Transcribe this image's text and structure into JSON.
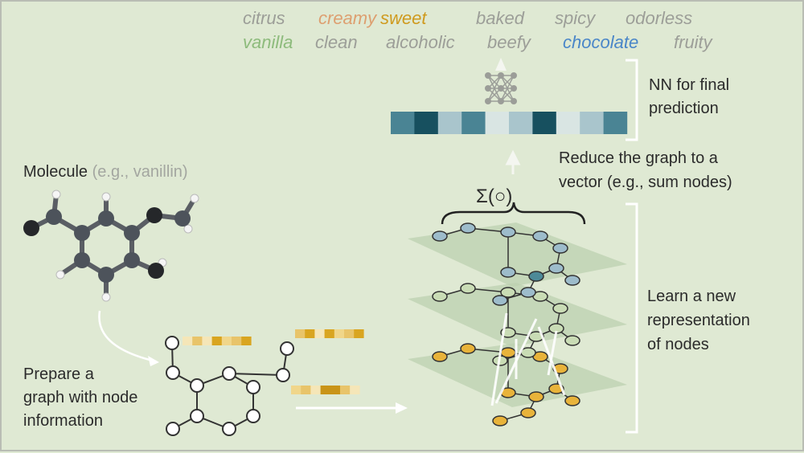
{
  "flavors": {
    "row1": [
      {
        "label": "citrus",
        "color": "#9c9e98"
      },
      {
        "label": "creamy",
        "color": "#dd9f70"
      },
      {
        "label": "sweet",
        "color": "#cf9a1e"
      },
      {
        "label": "baked",
        "color": "#9c9e98"
      },
      {
        "label": "spicy",
        "color": "#9c9e98"
      },
      {
        "label": "odorless",
        "color": "#9c9e98"
      }
    ],
    "row2": [
      {
        "label": "vanilla",
        "color": "#8dbb7c"
      },
      {
        "label": "clean",
        "color": "#9c9e98"
      },
      {
        "label": "alcoholic",
        "color": "#9c9e98"
      },
      {
        "label": "beefy",
        "color": "#9c9e98"
      },
      {
        "label": "chocolate",
        "color": "#4a86c8"
      },
      {
        "label": "fruity",
        "color": "#9c9e98"
      }
    ]
  },
  "nn_label": [
    "NN for final",
    "prediction"
  ],
  "reduce_label": [
    "Reduce the graph to a",
    "vector (e.g., sum nodes)"
  ],
  "sum_symbol": "Σ(○)",
  "learn_label": [
    "Learn a new",
    "representation",
    "of nodes"
  ],
  "molecule_title": "Molecule",
  "molecule_example": "(e.g., vanillin)",
  "prepare_label": [
    "Prepare a",
    "graph with node",
    "information"
  ],
  "vector_colors": [
    "#4a8494",
    "#17505f",
    "#a9c5cc",
    "#4a8494",
    "#d9e5e3",
    "#a9c5cc",
    "#17505f",
    "#d9e5e3",
    "#a9c5cc",
    "#4a8494"
  ],
  "layer_colors": [
    "#9dbccb",
    "#c9dcb5",
    "#e8b33a"
  ]
}
